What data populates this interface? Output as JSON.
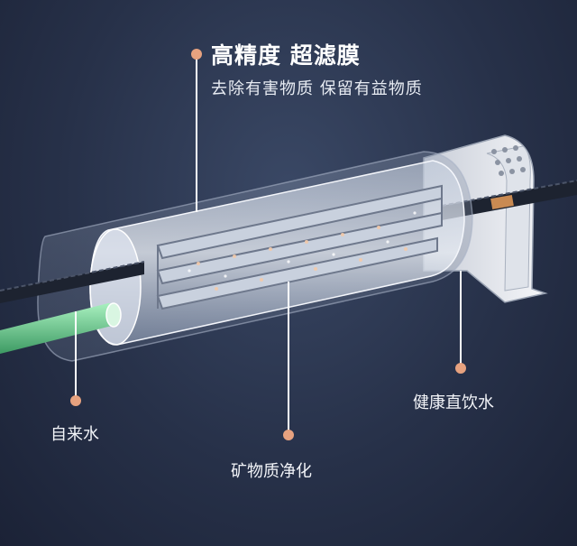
{
  "header": {
    "title": "高精度 超滤膜",
    "subtitle": "去除有害物质 保留有益物质"
  },
  "labels": {
    "tap_water": "自来水",
    "mineral": "矿物质净化",
    "drinking_water": "健康直饮水"
  },
  "colors": {
    "background": "#273149",
    "accent_dot": "#e7a27f",
    "pipe_green": "#7fd69a",
    "text": "#ffffff"
  }
}
